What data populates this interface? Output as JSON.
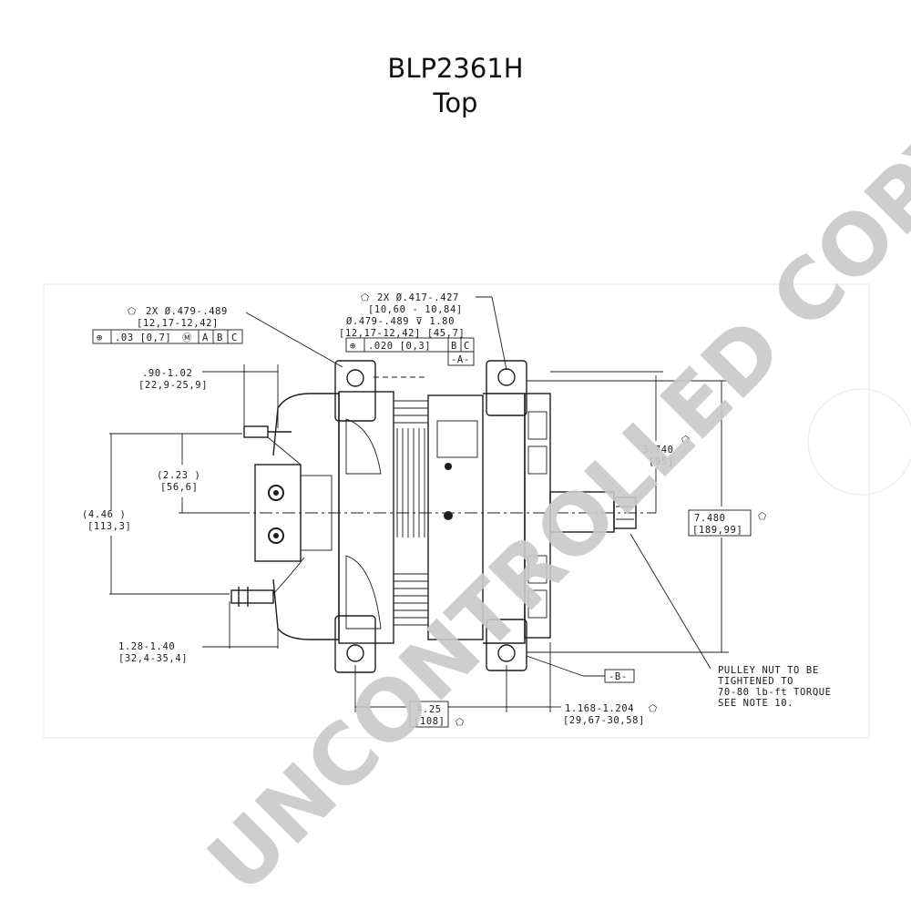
{
  "title": {
    "part_number": "BLP2361H",
    "view": "Top"
  },
  "watermark": "UNCONTROLLED COPY",
  "callouts": {
    "mount_holes_left": [
      "2X Ø.479-.489",
      "[12,17-12,42]"
    ],
    "tolerance_left": {
      "symbol": "⊕",
      "value": ".03 [0,7]",
      "mod": "Ⓜ",
      "datums": [
        "A",
        "B",
        "C"
      ]
    },
    "mount_holes_right": [
      "2X Ø.417-.427",
      "[10,60 - 10,84]",
      "Ø.479-.489 ⊽ 1.80",
      "[12,17-12,42]  [45,7]"
    ],
    "tolerance_right": {
      "symbol": "⊕",
      "value": ".020 [0,3]",
      "datums": [
        "B",
        "C"
      ]
    },
    "datum_a": "-A-",
    "datum_b": "-B-",
    "dim_top_left": [
      ".90-1.02",
      "[22,9-25,9]"
    ],
    "dim_223": [
      "(2.23  )",
      "[56,6]"
    ],
    "dim_446": [
      "(4.46  )",
      "[113,3]"
    ],
    "dim_128": [
      "1.28-1.40",
      "[32,4-35,4]"
    ],
    "dim_3740": [
      "3.740",
      "[95]"
    ],
    "dim_7480": [
      "7.480",
      "[189,99]"
    ],
    "dim_425": [
      "4.25",
      "[108]"
    ],
    "dim_1168": [
      "1.168-1.204",
      "[29,67-30,58]"
    ],
    "pulley_note": [
      "PULLEY NUT TO BE",
      "TIGHTENED TO",
      "70-80 lb-ft TORQUE",
      "SEE NOTE 10."
    ]
  }
}
